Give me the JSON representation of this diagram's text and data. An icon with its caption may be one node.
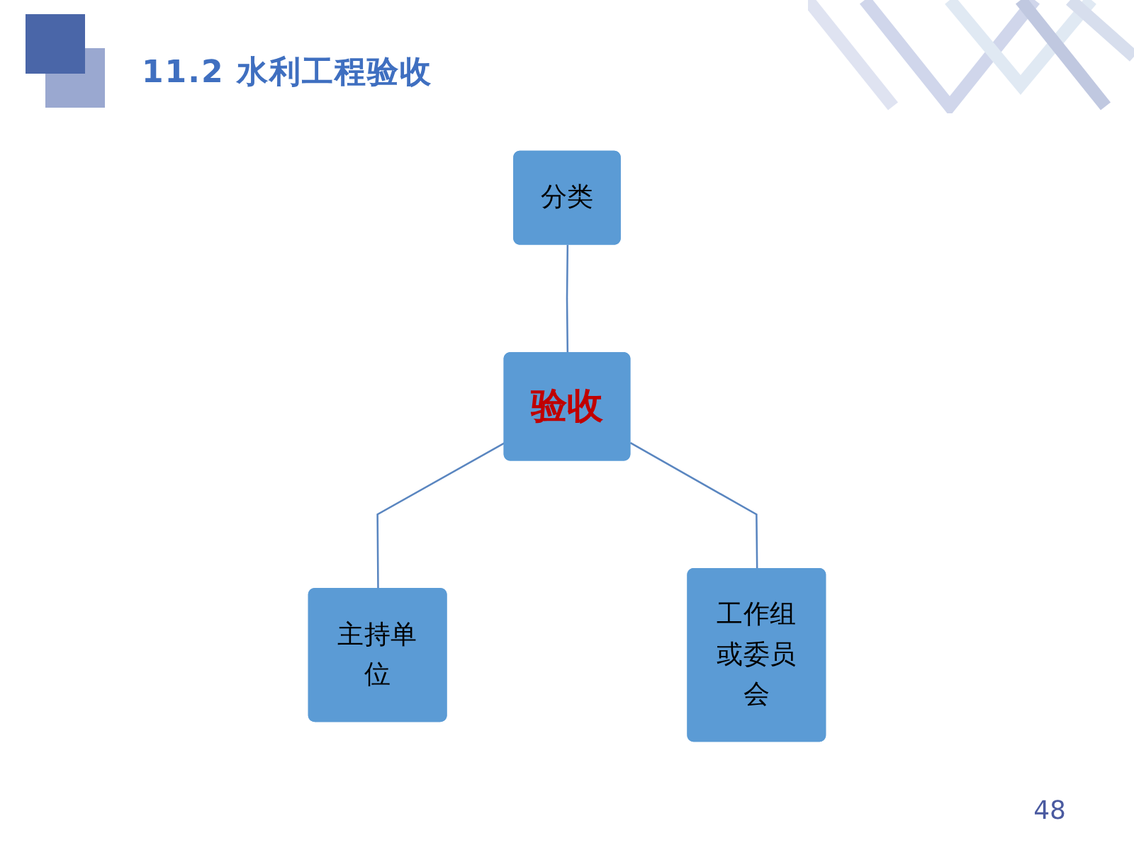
{
  "diagram": {
    "title": "11.2 水利工程验收",
    "nodes": [
      {
        "text": [
          "分类"
        ]
      },
      {
        "text": [
          "验收"
        ]
      },
      {
        "text": [
          "主持单位"
        ]
      },
      {
        "text": [
          "工作组或委员会"
        ]
      }
    ],
    "edges": [
      {
        "from": 0,
        "to": 1,
        "arrow": "none"
      },
      {
        "from": 1,
        "to": 2,
        "arrow": "none"
      },
      {
        "from": 1,
        "to": 3,
        "arrow": "none"
      }
    ],
    "labels": [
      "48"
    ]
  }
}
